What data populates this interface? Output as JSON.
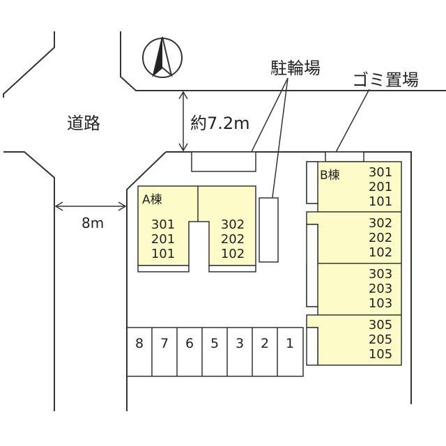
{
  "labels": {
    "road": "道路",
    "road_width": "約7.2m",
    "side_width": "8m",
    "bicycle_parking": "駐輪場",
    "garbage": "ゴミ置場"
  },
  "compass": {
    "icon": "north-arrow-icon"
  },
  "building_a": {
    "label": "A棟",
    "left_units": [
      "301",
      "201",
      "101"
    ],
    "right_units": [
      "302",
      "202",
      "102"
    ]
  },
  "building_b": {
    "label": "B棟",
    "groups": [
      [
        "301",
        "201",
        "101"
      ],
      [
        "302",
        "202",
        "102"
      ],
      [
        "303",
        "203",
        "103"
      ],
      [
        "305",
        "205",
        "105"
      ]
    ]
  },
  "parking": [
    "8",
    "7",
    "6",
    "5",
    "3",
    "2",
    "1"
  ],
  "colors": {
    "building_fill": "#fdfbc8",
    "line": "#333333"
  }
}
